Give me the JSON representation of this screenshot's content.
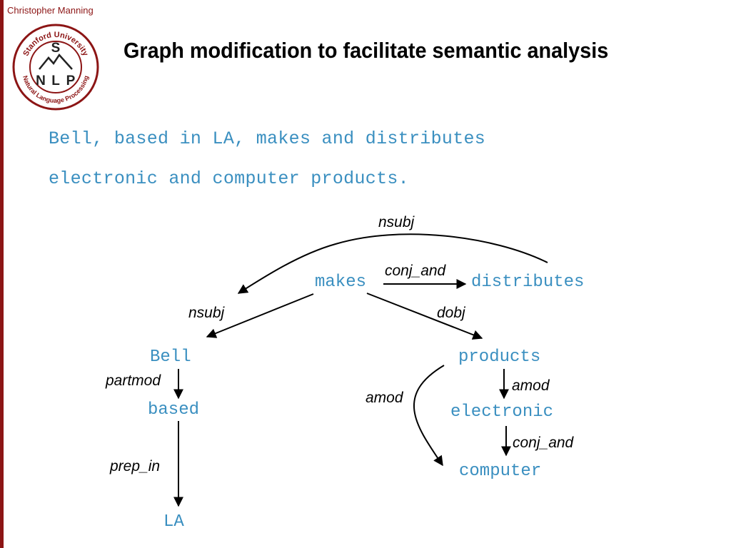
{
  "header": {
    "author": "Christopher Manning",
    "title": "Graph modification to facilitate semantic analysis"
  },
  "logo": {
    "top_text": "Stanford University",
    "bottom_text": "Natural Language Processing",
    "letters": [
      "S",
      "N",
      "L",
      "P"
    ]
  },
  "sentence": {
    "line1": "Bell, based in LA, makes and distributes",
    "line2": "electronic and computer products."
  },
  "graph": {
    "nodes": {
      "makes": "makes",
      "distributes": "distributes",
      "bell": "Bell",
      "based": "based",
      "la": "LA",
      "products": "products",
      "electronic": "electronic",
      "computer": "computer"
    },
    "edges": {
      "nsubj_distributes_bell": "nsubj",
      "conj_and_makes_distributes": "conj_and",
      "nsubj_makes_bell": "nsubj",
      "dobj_makes_products": "dobj",
      "partmod_bell_based": "partmod",
      "prep_in_based_la": "prep_in",
      "amod_products_electronic": "amod",
      "amod_products_computer": "amod",
      "conj_and_electronic_computer": "conj_and"
    }
  },
  "colors": {
    "accent": "#8c1515",
    "node_text": "#3a8fc0",
    "edge": "#000000"
  }
}
